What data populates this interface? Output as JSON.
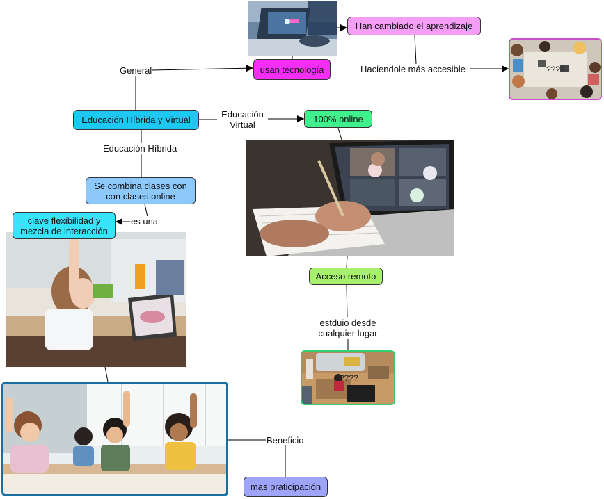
{
  "nodes": {
    "main": "Educación Híbrida y Virtual",
    "usan_tecnologia": "usan tecnología",
    "han_cambiado": "Han cambiado el aprendizaje",
    "online_100": "100% online",
    "se_combina": "Se combina clases con con clases online",
    "clave": "clave flexibilidad y mezcla de interacción",
    "acceso_remoto": "Acceso remoto",
    "mas_participacion": "mas praticipación"
  },
  "labels": {
    "general": "General",
    "haciendole": "Haciendole  más accesible",
    "educacion_virtual": "Educación Virtual",
    "educacion_hibrida": "Educación Híbrida",
    "es_una": "es una",
    "estudio_desde": "estduio desde cualquier lugar",
    "beneficio": "Beneficio"
  },
  "image_marks": {
    "group_photo": "????",
    "home_photo": "????"
  },
  "colors": {
    "main": "#1ec8f0",
    "usan_tecnologia": "#f52ef5",
    "han_cambiado": "#f59ef5",
    "online_100": "#3ff08c",
    "se_combina": "#8cc8fa",
    "clave": "#37e4fa",
    "acceso_remoto": "#a6f06e",
    "mas_participacion": "#9ea4fa",
    "frame_pink": "#c84fc8",
    "frame_green": "#2fcf6f",
    "frame_blue": "#1a6fa0"
  },
  "icons": {
    "tech_photo": "laptop-photo-icon",
    "group_photo": "students-table-photo-icon",
    "laptop_photo": "video-call-laptop-photo-icon",
    "tablet_photo": "girl-with-tablet-photo-icon",
    "home_photo": "home-study-photo-icon",
    "class_photo": "classroom-kids-photo-icon"
  }
}
